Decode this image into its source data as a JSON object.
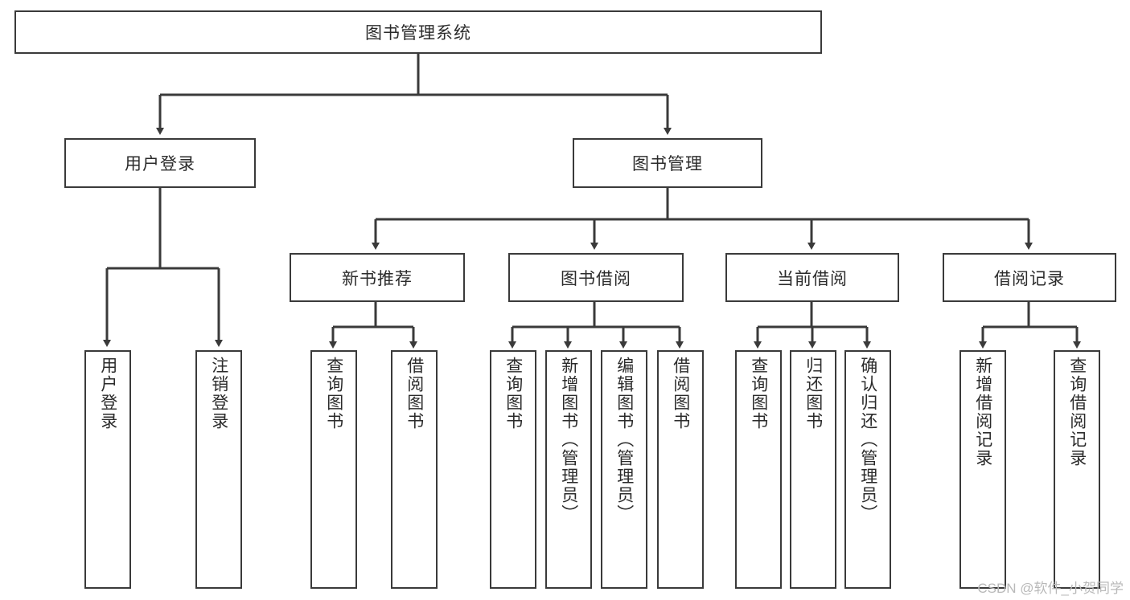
{
  "diagram": {
    "title": "图书管理系统",
    "type": "hierarchy-tree",
    "root": {
      "label": "图书管理系统"
    },
    "level1": [
      {
        "label": "用户登录"
      },
      {
        "label": "图书管理"
      }
    ],
    "level2": [
      {
        "label": "新书推荐"
      },
      {
        "label": "图书借阅"
      },
      {
        "label": "当前借阅"
      },
      {
        "label": "借阅记录"
      }
    ],
    "leaves": {
      "user_login": [
        {
          "label": "用户登录"
        },
        {
          "label": "注销登录"
        }
      ],
      "new_book_recommend": [
        {
          "label": "查询图书"
        },
        {
          "label": "借阅图书"
        }
      ],
      "book_borrow": [
        {
          "label": "查询图书"
        },
        {
          "label": "新增图书（管理员）"
        },
        {
          "label": "编辑图书（管理员）"
        },
        {
          "label": "借阅图书"
        }
      ],
      "current_borrow": [
        {
          "label": "查询图书"
        },
        {
          "label": "归还图书"
        },
        {
          "label": "确认归还（管理员）"
        }
      ],
      "borrow_record": [
        {
          "label": "新增借阅记录"
        },
        {
          "label": "查询借阅记录"
        }
      ]
    }
  },
  "watermark": {
    "text": "CSDN @软件_小贺同学"
  },
  "colors": {
    "background": "#ffffff",
    "node_border": "#3a3a3a",
    "node_fill": "#ffffff",
    "text": "#2b2b2b",
    "connector": "#3a3a3a",
    "watermark": "#b9b9b9"
  }
}
